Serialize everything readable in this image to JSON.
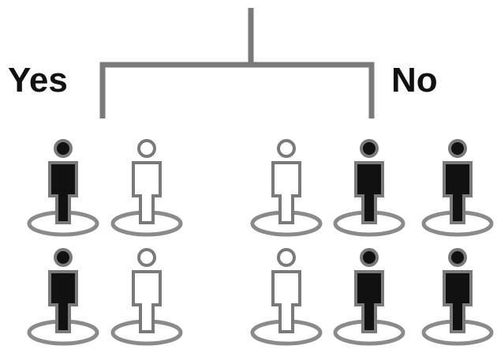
{
  "branches": {
    "left_label": "Yes",
    "right_label": "No"
  },
  "colors": {
    "line": "#7a7a7a",
    "filled_figure": "#111111",
    "outline_figure": "#7a7a7a",
    "base_ring": "#8a8a8a"
  },
  "figures": {
    "yes_group": [
      [
        "filled",
        "outline"
      ],
      [
        "filled",
        "outline"
      ]
    ],
    "no_group": [
      [
        "outline",
        "filled",
        "filled"
      ],
      [
        "outline",
        "filled",
        "filled"
      ]
    ]
  }
}
